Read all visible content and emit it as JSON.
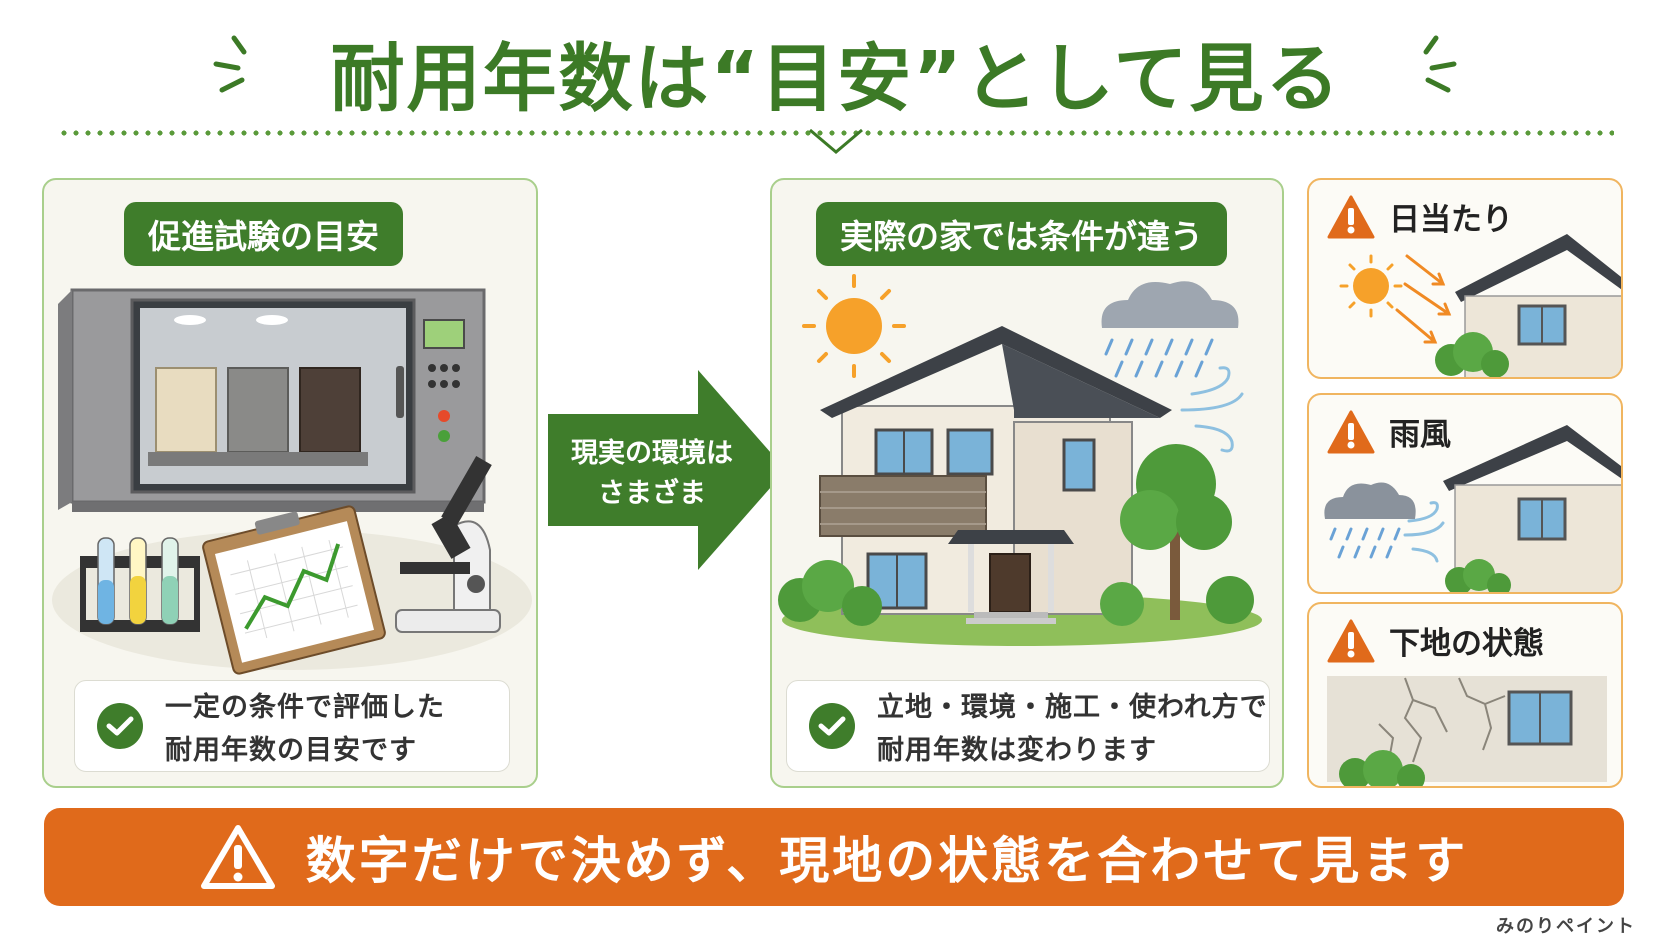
{
  "title": "耐用年数は“目安”として見る",
  "left_panel": {
    "heading": "促進試験の目安",
    "caption_line1": "一定の条件で評価した",
    "caption_line2": "耐用年数の目安です"
  },
  "arrow": {
    "line1": "現実の環境は",
    "line2": "さまざま"
  },
  "mid_panel": {
    "heading": "実際の家では条件が違う",
    "caption_line1": "立地・環境・施工・使われ方で",
    "caption_line2": "耐用年数は変わります"
  },
  "factors": [
    {
      "label": "日当たり",
      "icon": "warning-icon"
    },
    {
      "label": "雨風",
      "icon": "warning-icon"
    },
    {
      "label": "下地の状態",
      "icon": "warning-icon"
    }
  ],
  "banner": {
    "text": "数字だけで決めず、現地の状態を合わせて見ます",
    "icon": "warning-icon"
  },
  "brand": "みのりペイント",
  "colors": {
    "green": "#3f7d2b",
    "title_green": "#3c7a26",
    "orange": "#e06a1b",
    "panel_border": "#a9cf8c",
    "card_border": "#f0b560"
  }
}
